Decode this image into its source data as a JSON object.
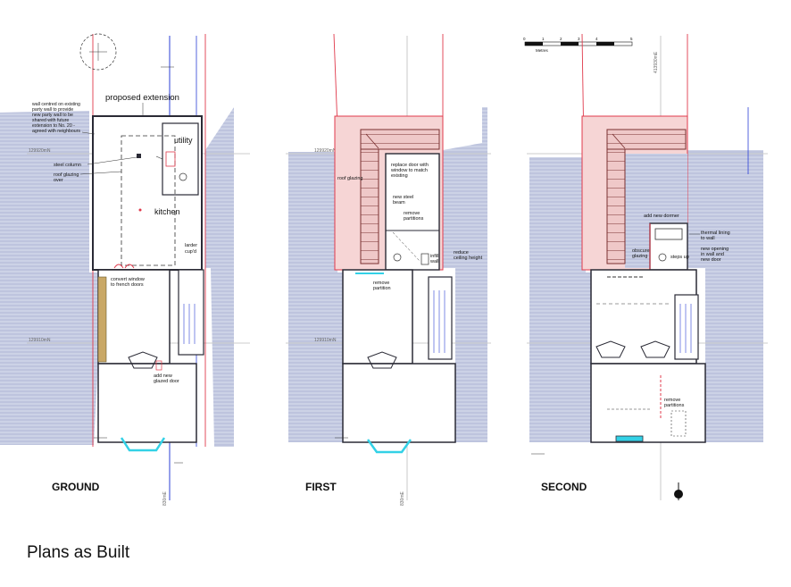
{
  "caption": "Plans as Built",
  "colors": {
    "hatch_fill": "#c7cde3",
    "hatch_line": "#a7afd1",
    "extension_fill": "#f6d5d5",
    "party_wall_red": "#e0394b",
    "grid_blue": "#2b3fd6",
    "wall_dark": "#2a2a35",
    "glazing_cyan": "#33d1e6",
    "stair_brown": "#8a3b3b",
    "timber_tan": "#c9a866"
  },
  "scale_bar": {
    "ticks": [
      "0",
      "1",
      "2",
      "3",
      "4",
      "5"
    ],
    "unit": "Metres"
  },
  "floors": {
    "ground": {
      "label": "GROUND",
      "grid_ref_top": "129920mN",
      "grid_ref_bottom": "129910mN",
      "grid_ref_vertical": "830mE",
      "notes": {
        "party_wall": [
          "wall centred on existing",
          "party wall to provide",
          "new party wall to be",
          "shared with future",
          "extension to No. 20 -",
          "agreed with neighbours"
        ],
        "extension": "proposed extension",
        "utility": "utility",
        "steel_column": "steel column",
        "roof_glazing": [
          "roof glazing",
          "over"
        ],
        "kitchen": "kitchen",
        "larder": [
          "larder",
          "cup'd"
        ],
        "french_doors": [
          "convert window",
          "to french doors"
        ],
        "glazed_door": [
          "add new",
          "glazed door"
        ]
      }
    },
    "first": {
      "label": "FIRST",
      "grid_ref_top": "129920mN",
      "grid_ref_bottom": "129910mN",
      "grid_ref_vertical": "830mE",
      "notes": {
        "roof_glazing": "roof glazing",
        "replace_door": [
          "replace door with",
          "window to match",
          "existing"
        ],
        "steel_beam": [
          "new steel",
          "beam"
        ],
        "remove_partitions": [
          "remove",
          "partitions"
        ],
        "wall": [
          "infill",
          "wall"
        ],
        "reduce_ceiling": [
          "reduce",
          "ceiling height"
        ],
        "remove_partition": [
          "remove",
          "partition"
        ]
      }
    },
    "second": {
      "label": "SECOND",
      "grid_ref_vertical": "413930mE",
      "notes": {
        "dormer": "add new dormer",
        "thermal": [
          "thermal lining",
          "to wall"
        ],
        "opening": [
          "new opening",
          "in wall and",
          "new door"
        ],
        "obscure": [
          "obscure",
          "glazing"
        ],
        "steps": "steps up",
        "remove_partitions": [
          "remove",
          "partitions"
        ]
      }
    }
  }
}
